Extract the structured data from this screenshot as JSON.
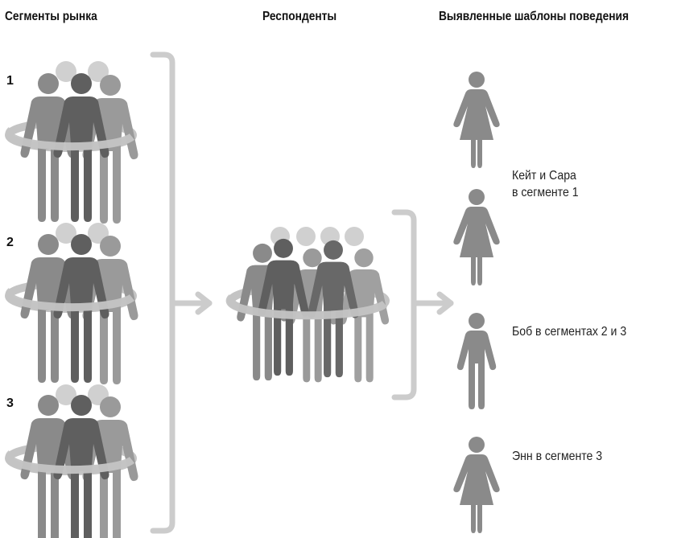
{
  "headers": {
    "segments": "Сегменты рынка",
    "respondents": "Респонденты",
    "patterns": "Выявленные шаблоны поведения"
  },
  "segment_numbers": [
    "1",
    "2",
    "3"
  ],
  "labels": {
    "kate_sara_line1": "Кейт и Сара",
    "kate_sara_line2": "в сегменте 1",
    "bob": "Боб в сегментах 2 и 3",
    "ann": "Энн в сегменте 3"
  },
  "colors": {
    "dark": "#5f5f5f",
    "mid": "#8a8a8a",
    "light": "#b8b8b8",
    "ring": "#c4c4c4",
    "bracket": "#cccccc"
  }
}
